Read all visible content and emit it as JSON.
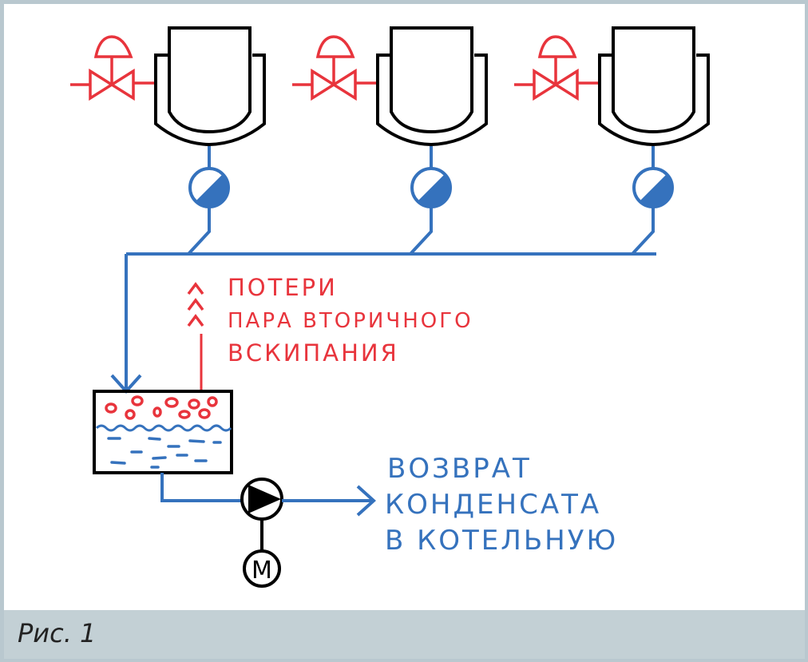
{
  "diagram": {
    "loss_label": [
      "ПОТЕРИ",
      "ПАРА ВТОРИЧНОГО",
      "ВСКИПАНИЯ"
    ],
    "return_label": [
      "ВОЗВРАТ",
      "КОНДЕНСАТА",
      "В КОТЕЛЬНУЮ"
    ],
    "motor_symbol": "M",
    "colors": {
      "steam": "#e8343c",
      "condensate": "#3572bd",
      "equipment": "#000000"
    }
  },
  "caption": "Рис. 1"
}
